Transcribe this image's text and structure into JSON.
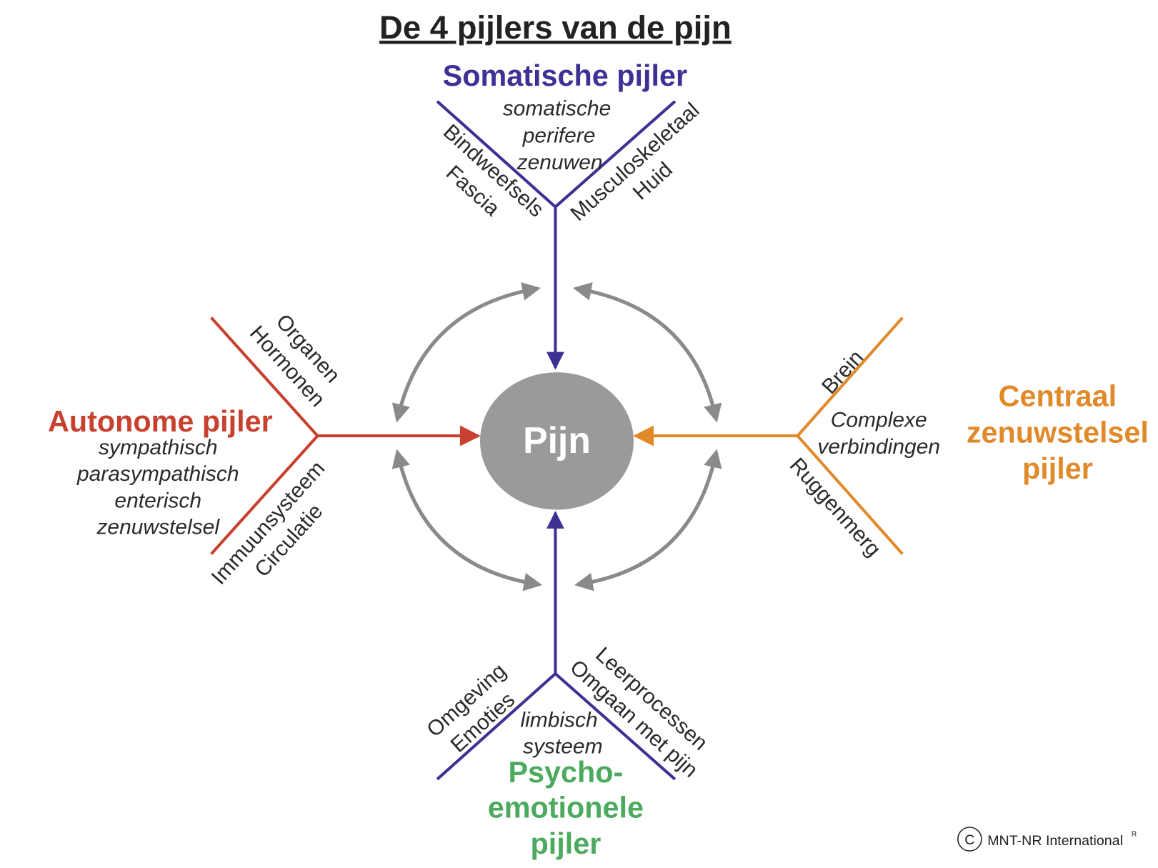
{
  "title": "De 4 pijlers van de pijn",
  "center": {
    "label": "Pijn"
  },
  "colors": {
    "somatic": "#3d3294",
    "autonomic": "#c8402e",
    "central": "#e08a2a",
    "psycho": "#4caa5e",
    "cycle_arrows": "#8a8a8a",
    "center_fill": "#9a9a9a"
  },
  "somatic": {
    "title": "Somatische pijler",
    "inner": [
      "somatische",
      "perifere",
      "zenuwen"
    ],
    "left_items": [
      "Bindweefsels",
      "Fascia"
    ],
    "right_items": [
      "Musculoskeletaal",
      "Huid"
    ]
  },
  "autonomic": {
    "title": "Autonome pijler",
    "inner": [
      "sympathisch",
      "parasympathisch",
      "enterisch",
      "zenuwstelsel"
    ],
    "upper_items": [
      "Organen",
      "Hormonen"
    ],
    "lower_items": [
      "Immuunsysteem",
      "Circulatie"
    ]
  },
  "central": {
    "title": [
      "Centraal",
      "zenuwstelsel",
      "pijler"
    ],
    "inner": [
      "Complexe",
      "verbindingen"
    ],
    "upper_items": [
      "Brein"
    ],
    "lower_items": [
      "Ruggenmerg"
    ]
  },
  "psycho": {
    "title": [
      "Psycho-",
      "emotionele",
      "pijler"
    ],
    "inner": [
      "limbisch",
      "systeem"
    ],
    "left_items": [
      "Omgeving",
      "Emoties"
    ],
    "right_items": [
      "Leerprocessen",
      "Omgaan met pijn"
    ]
  },
  "copyright": {
    "symbol": "C",
    "text": "MNT-NR International",
    "mark": "R"
  }
}
